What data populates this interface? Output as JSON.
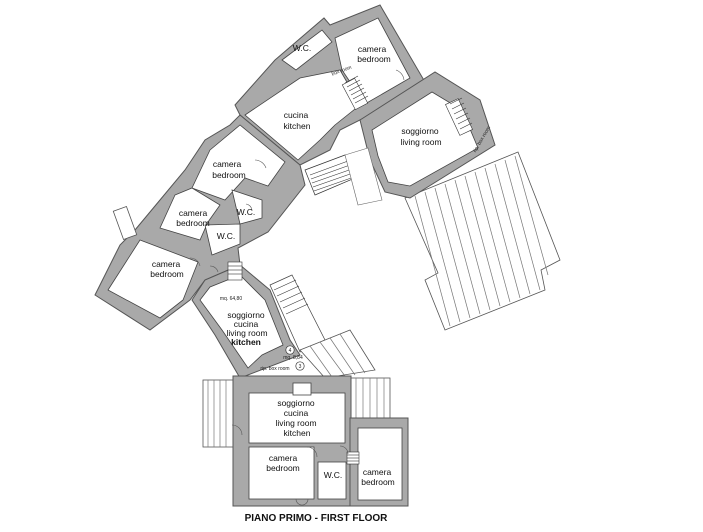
{
  "plan": {
    "title": "PIANO PRIMO - FIRST FLOOR",
    "labels": {
      "wc_top": "W.C.",
      "camera_top_it": "camera",
      "camera_top_en": "bedroom",
      "box_room_top": "box room",
      "cucina_it": "cucina",
      "cucina_en": "kitchen",
      "soggiorno_right_it": "soggiorno",
      "soggiorno_right_en": "living room",
      "rip_box_room_right": "rip. box room",
      "camera_mid1_it": "camera",
      "camera_mid1_en": "bedroom",
      "wc_mid1": "W.C.",
      "camera_mid2_it": "camera",
      "camera_mid2_en": "bedroom",
      "wc_mid2": "W.C.",
      "camera_left_it": "camera",
      "camera_left_en": "bedroom",
      "area_main": "mq. 64,80",
      "soggiorno_center_it": "soggiorno",
      "cucina_center_it": "cucina",
      "living_center_en": "living room",
      "kitchen_center_en": "kitchen",
      "area_small": "mq. 8,84",
      "marker_4": "4",
      "marker_3": "3",
      "rip_box_room_center": "rip. box room",
      "soggiorno_bottom_it": "soggiorno",
      "cucina_bottom_it": "cucina",
      "living_bottom_en": "living room",
      "kitchen_bottom_en": "kitchen",
      "camera_bottom_left_it": "camera",
      "camera_bottom_left_en": "bedroom",
      "wc_bottom": "W.C.",
      "camera_bottom_right_it": "camera",
      "camera_bottom_right_en": "bedroom"
    }
  }
}
